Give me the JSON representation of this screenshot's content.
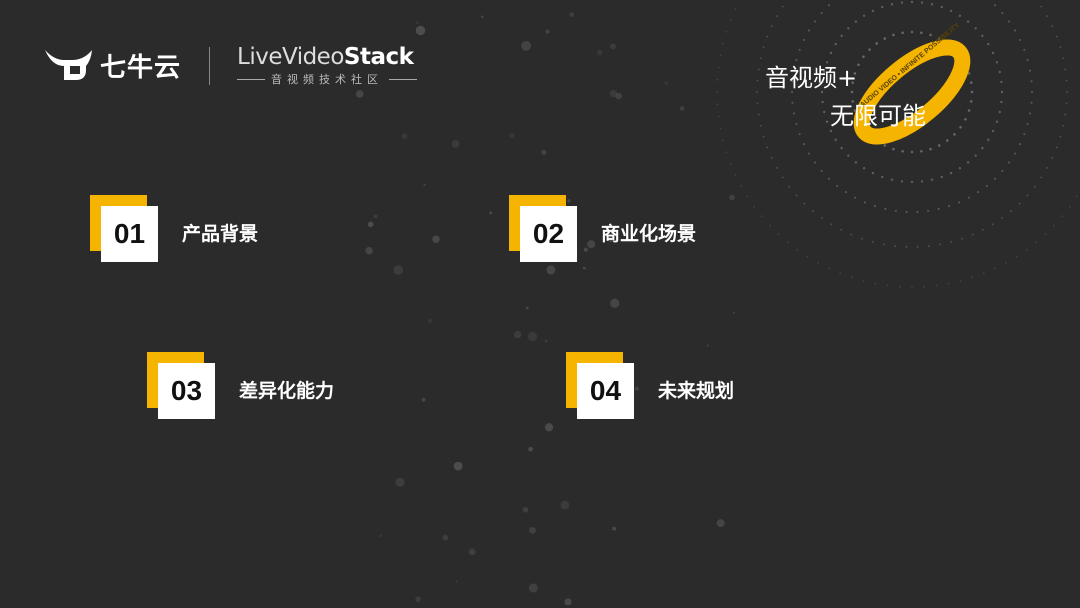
{
  "header": {
    "brand1": "七牛云",
    "brand2_prefix": "LiveVideo",
    "brand2_bold": "Stack",
    "brand2_sub": "音视频技术社区"
  },
  "badge": {
    "line1": "音视频+",
    "line2": "无限可能",
    "ring_text": "AUDIO VIDEO • INFINITE POSSIBILITY"
  },
  "agenda": [
    {
      "num": "01",
      "label": "产品背景"
    },
    {
      "num": "02",
      "label": "商业化场景"
    },
    {
      "num": "03",
      "label": "差异化能力"
    },
    {
      "num": "04",
      "label": "未来规划"
    }
  ],
  "colors": {
    "accent": "#f5b400",
    "background": "#2b2b2b"
  }
}
